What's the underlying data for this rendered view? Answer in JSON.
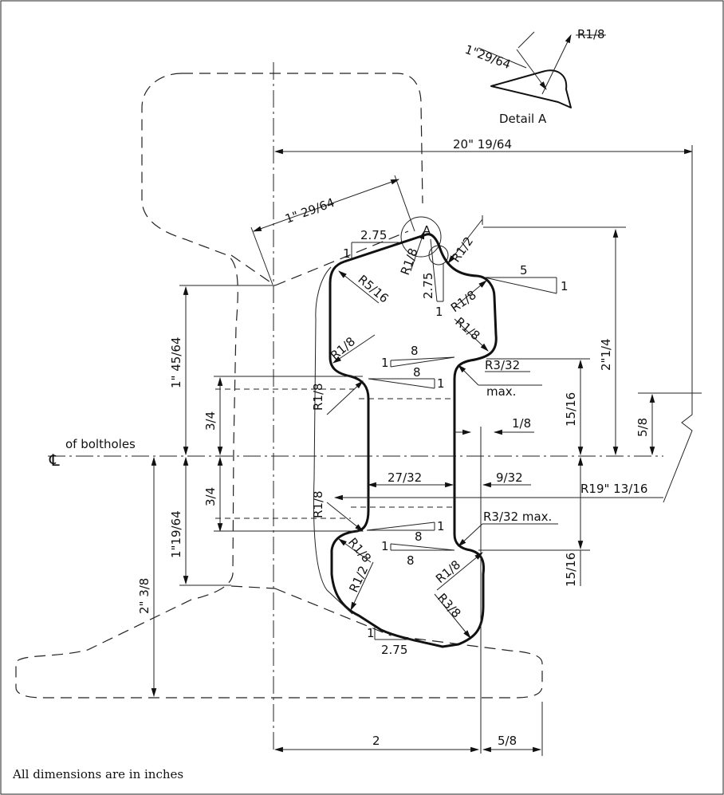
{
  "labels": {
    "detail_r": "R1/8",
    "detail_dim": "1\"29/64",
    "detail_title": "Detail  A",
    "overall_width": "20\" 19/64",
    "web_diag": "1\" 29/64",
    "point_a": "A",
    "top_275": "2.75",
    "top_1": "1",
    "r18_a": "R1/8",
    "r516": "R5/16",
    "r12_top": "R1/2",
    "v275": "2.75",
    "v275_1": "1",
    "r18_b": "R1/8",
    "r18_c": "R1/8",
    "slope5": "5",
    "slope5_1": "1",
    "r18_d": "R1/8",
    "eight_1_a": "8",
    "one_a": "1",
    "eight_1_b": "8",
    "one_b": "1",
    "r332": "R3/32",
    "max": "max.",
    "r18_e": "R1/8",
    "dim_1_45_64": "1\" 45/64",
    "dim_34_top": "3/4",
    "dim_2_14": "2\"1/4",
    "dim_15_16_top": "15/16",
    "dim_58_right": "5/8",
    "dim_18": "1/8",
    "cl_symbol": "℄",
    "cl_text": "of boltholes",
    "dim_27_32": "27/32",
    "dim_9_32": "9/32",
    "r19": "R19\" 13/16",
    "dim_34_bot": "3/4",
    "r18_f": "R1/8",
    "r332max": "R3/32 max.",
    "dim_1_19_64": "1\"19/64",
    "one_c": "1",
    "eight_c": "8",
    "one_d": "1",
    "eight_d": "8",
    "r18_g": "R1/8",
    "r12_bot": "R1/2",
    "r18_h": "R1/8",
    "r38": "R3/8",
    "dim_15_16_bot": "15/16",
    "dim_2_38": "2\" 3/8",
    "bot_1": "1",
    "bot_275": "2.75",
    "dim_2": "2",
    "dim_58_bot": "5/8"
  },
  "footnote": "All dimensions are in inches"
}
